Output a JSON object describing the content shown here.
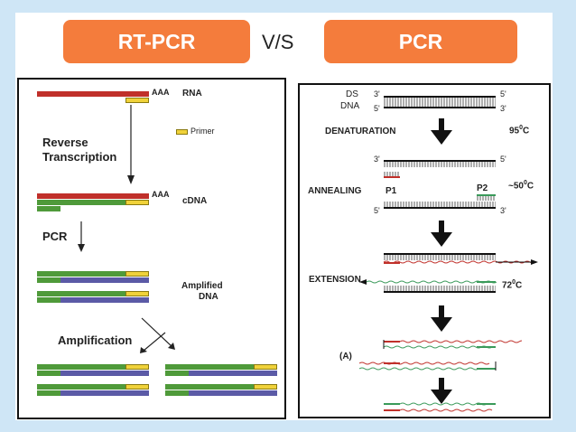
{
  "header": {
    "left_title": "RT-PCR",
    "vs": "V/S",
    "right_title": "PCR"
  },
  "colors": {
    "pill_orange": "#f47c3c",
    "rna_red": "#c0302a",
    "primer_yellow": "#f0d23a",
    "dna_green": "#4f9a3a",
    "dna_purple": "#5b5aa6",
    "background_blue": "#cfe6f6"
  },
  "rtpcr": {
    "aaa": "AAA",
    "rna": "RNA",
    "primer": "Primer",
    "reverse": "Reverse",
    "transcription": "Transcription",
    "cdna": "cDNA",
    "pcr": "PCR",
    "amplified": "Amplified",
    "dna": "DNA",
    "amplification": "Amplification"
  },
  "pcr": {
    "ds": "DS",
    "dna": "DNA",
    "three_prime": "3'",
    "five_prime": "5'",
    "denaturation": "DENATURATION",
    "temp_denat": "95",
    "annealing": "ANNEALING",
    "p1": "P1",
    "p2": "P2",
    "temp_anneal": "~50",
    "extension": "EXTENSION",
    "temp_ext": "72",
    "degree_c": "0",
    "c": "C",
    "a_label": "(A)"
  }
}
